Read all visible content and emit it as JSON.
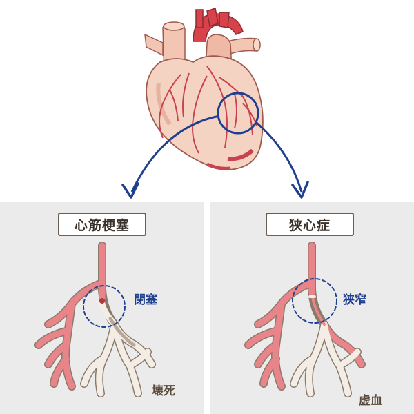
{
  "panels": [
    {
      "title": "心筋梗塞",
      "callout": "閉塞",
      "result": "壊死"
    },
    {
      "title": "狭心症",
      "callout": "狭窄",
      "result": "虚血"
    }
  ],
  "colors": {
    "panel_bg": "#ebebeb",
    "artery_red": "#e8848a",
    "artery_dark": "#c9424e",
    "dead_vessel": "#f3ede6",
    "vessel_outline": "#8a7a6a",
    "blue_accent": "#1f3f8f",
    "label_border": "#6b5f52"
  },
  "icons": [
    "heart-illustration",
    "arrow-left",
    "arrow-right"
  ]
}
